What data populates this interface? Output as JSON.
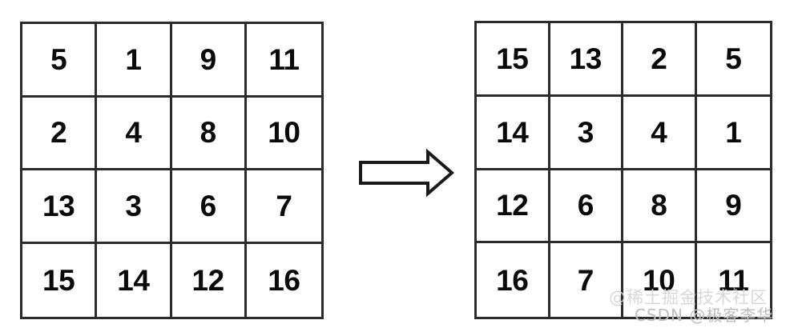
{
  "page": {
    "title": "Matrix Transformation Diagram",
    "background_color": "#ffffff",
    "border_color": "#2b2b2b",
    "digit_color": "#0a0a0a"
  },
  "chart_data": {
    "type": "table",
    "title": "",
    "xlabel": "",
    "ylabel": "",
    "description": "Two 4x4 integer grids connected by a right-pointing hollow block arrow, showing a before and after rearrangement of the numbers 1 through 16.",
    "grids": [
      {
        "name": "source-grid",
        "position": "left",
        "rows": 4,
        "cols": 4,
        "values": [
          [
            5,
            1,
            9,
            11
          ],
          [
            2,
            4,
            8,
            10
          ],
          [
            13,
            3,
            6,
            7
          ],
          [
            15,
            14,
            12,
            16
          ]
        ]
      },
      {
        "name": "result-grid",
        "position": "right",
        "rows": 4,
        "cols": 4,
        "values": [
          [
            15,
            13,
            2,
            5
          ],
          [
            14,
            3,
            4,
            1
          ],
          [
            12,
            6,
            8,
            9
          ],
          [
            16,
            7,
            10,
            11
          ]
        ]
      }
    ]
  },
  "left_grid": {
    "name": "source-grid",
    "rows": [
      [
        "5",
        "1",
        "9",
        "11"
      ],
      [
        "2",
        "4",
        "8",
        "10"
      ],
      [
        "13",
        "3",
        "6",
        "7"
      ],
      [
        "15",
        "14",
        "12",
        "16"
      ]
    ]
  },
  "right_grid": {
    "name": "result-grid",
    "rows": [
      [
        "15",
        "13",
        "2",
        "5"
      ],
      [
        "14",
        "3",
        "4",
        "1"
      ],
      [
        "12",
        "6",
        "8",
        "9"
      ],
      [
        "16",
        "7",
        "10",
        "11"
      ]
    ]
  },
  "arrow": {
    "direction": "right",
    "style": "hollow-block-arrow",
    "stroke_color": "#1a1a1a",
    "fill_color": "#ffffff"
  },
  "watermarks": {
    "primary": "@稀土掘金技术社区",
    "secondary": "CSDN @极客李华"
  }
}
